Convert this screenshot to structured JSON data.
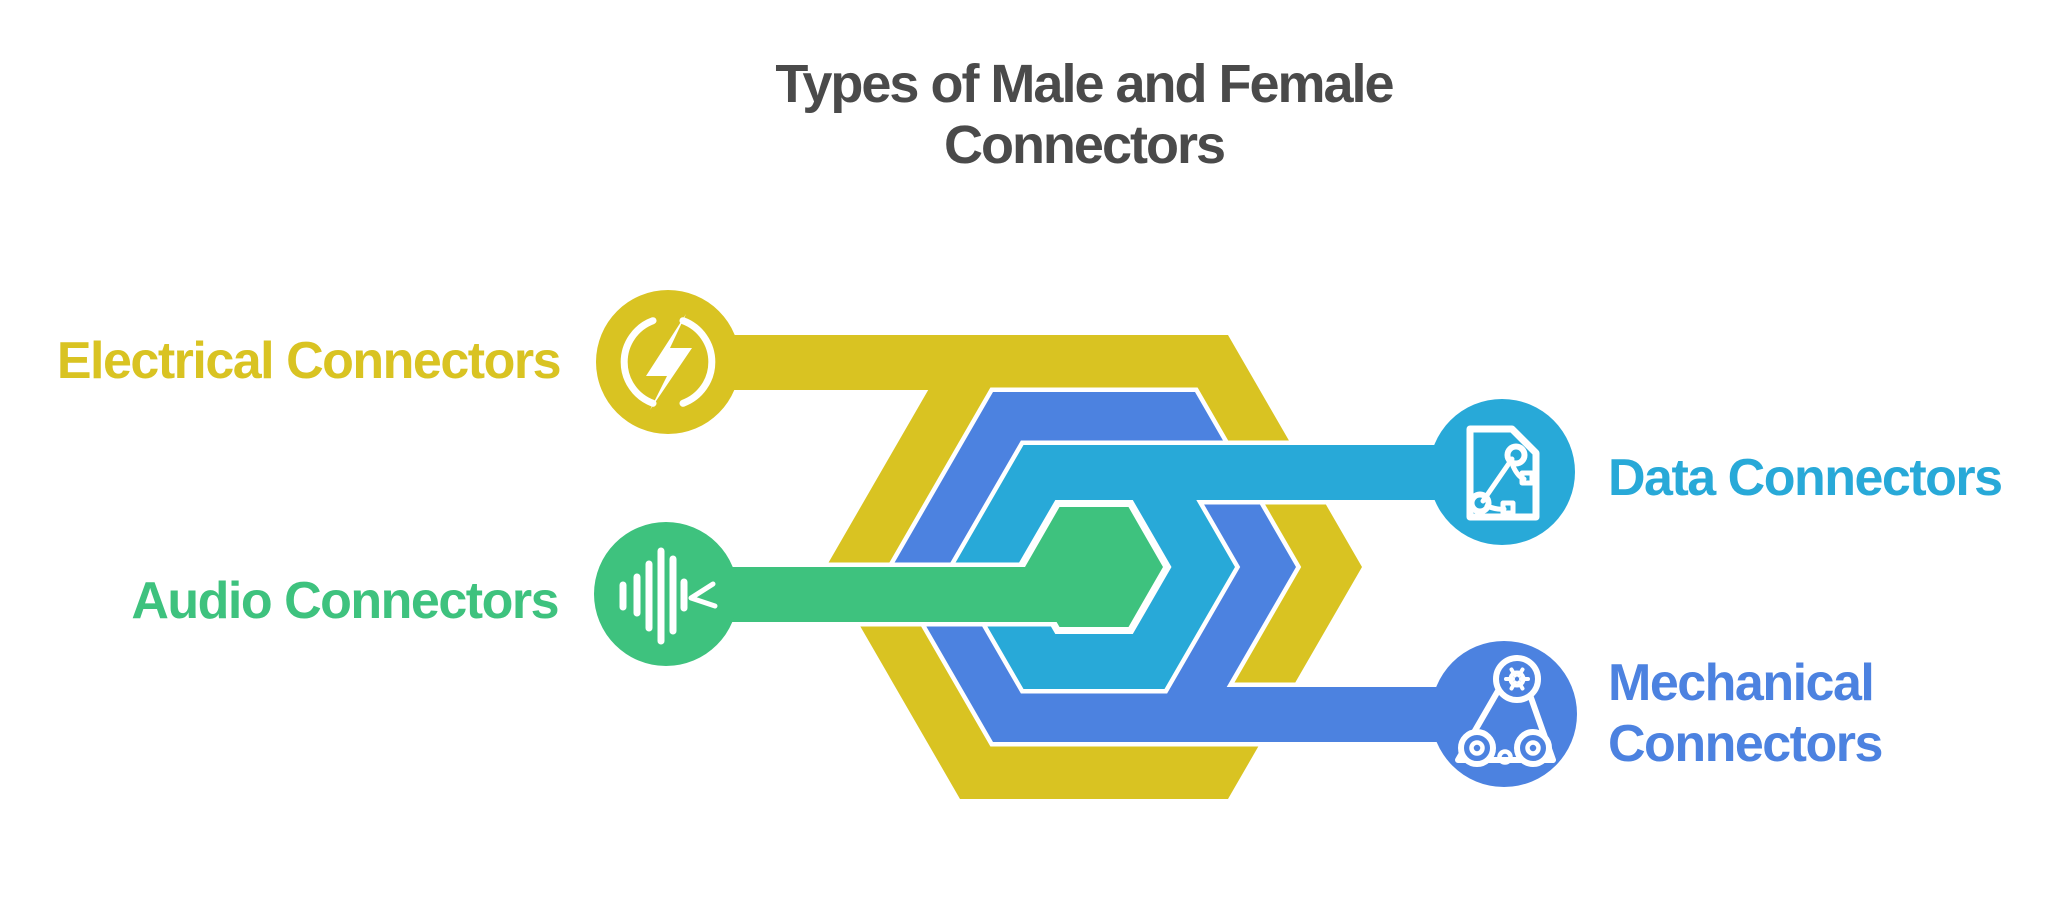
{
  "title": {
    "line1": "Types of Male and Female",
    "line2": "Connectors"
  },
  "categories": [
    {
      "label": "Electrical Connectors",
      "color": "#d9c322",
      "icon": "lightning-bolt-icon",
      "side": "left"
    },
    {
      "label": "Audio Connectors",
      "color": "#3ec27e",
      "icon": "sound-wave-icon",
      "side": "left"
    },
    {
      "label": "Data Connectors",
      "color": "#28a9d8",
      "icon": "vector-file-icon",
      "side": "right"
    },
    {
      "label": "Mechanical Connectors",
      "color": "#4c82e0",
      "icon": "belt-pulley-icon",
      "side": "right"
    }
  ],
  "palette": {
    "yellow": "#d9c322",
    "green": "#3ec27e",
    "cyan": "#28a9d8",
    "blue": "#4c82e0",
    "title_text": "#4a4a4a",
    "icon_stroke": "#ffffff",
    "background": "#ffffff"
  }
}
